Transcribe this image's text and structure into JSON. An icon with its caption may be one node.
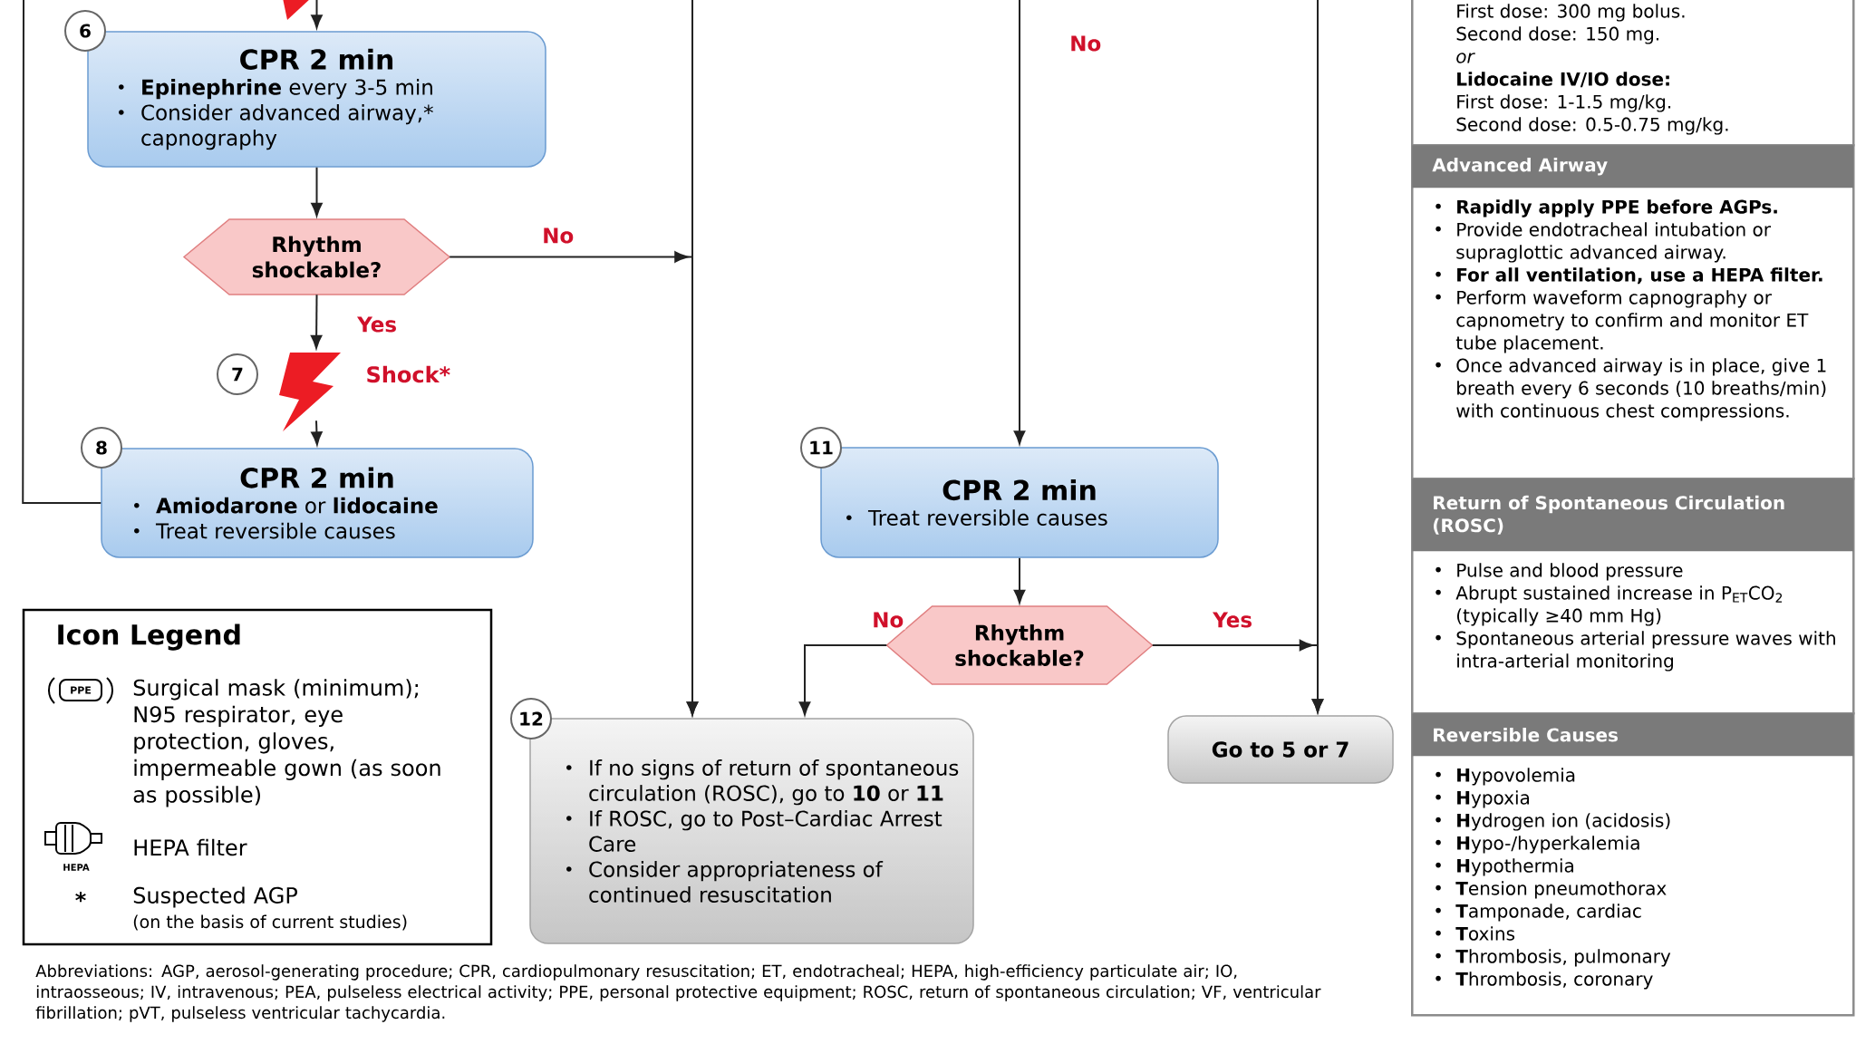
{
  "diagram": {
    "nodes": [
      {
        "text": [],
        "shape": "lightning"
      },
      {
        "text": [
          "6"
        ]
      },
      {
        "text": [
          "CPR 2 min",
          "**Epinephrine** every 3-5 min",
          "Consider advanced airway,* capnography"
        ]
      },
      {
        "text": [
          "Rhythm shockable?"
        ]
      },
      {
        "text": [
          "7"
        ]
      },
      {
        "text": [],
        "shape": "lightning",
        "beside": [
          "Shock*"
        ]
      },
      {
        "text": [
          "8"
        ]
      },
      {
        "text": [
          "CPR 2 min",
          "**Amiodarone** or **lidocaine**",
          "Treat reversible causes"
        ]
      },
      {
        "text": [
          "11"
        ]
      },
      {
        "text": [
          "CPR 2 min",
          "Treat reversible causes"
        ]
      },
      {
        "text": [
          "Rhythm shockable?"
        ]
      },
      {
        "text": [
          "12"
        ]
      },
      {
        "text": [
          "If no signs of return of spontaneous circulation (ROSC), go to **10** or **11**",
          "If ROSC, go to Post–Cardiac Arrest Care",
          "Consider appropriateness of continued resuscitation"
        ]
      },
      {
        "text": [
          "Go to 5 or 7"
        ]
      },
      {
        "text": [
          "First dose: 300 mg bolus.",
          "Second dose: 150 mg.",
          "*or*",
          "**Lidocaine IV/IO dose:**",
          "First dose: 1-1.5 mg/kg.",
          "Second dose: 0.5-0.75 mg/kg."
        ]
      },
      {
        "text": [
          "Advanced Airway",
          "**Rapidly apply PPE before AGPs.**",
          "Provide endotracheal intubation or supraglottic advanced airway.",
          "**For all ventilation, use a HEPA filter.**",
          "Perform waveform capnography or capnometry to confirm and monitor ET tube placement.",
          "Once advanced airway is in place, give 1 breath every 6 seconds (10 breaths/min) with continuous chest compressions."
        ]
      },
      {
        "text": [
          "Return of Spontaneous Circulation (ROSC)",
          "Pulse and blood pressure",
          "Abrupt sustained increase in P$_{ET}$CO$_{2}$ (typically ≥40 mm Hg)",
          "Spontaneous arterial pressure waves with intra-arterial monitoring"
        ]
      },
      {
        "text": [
          "Reversible Causes",
          "**H**ypovolemia",
          "**H**ypoxia",
          "**H**ydrogen ion (acidosis)",
          "**H**ypo-/hyperkalemia",
          "**H**ypothermia",
          "**T**ension pneumothorax",
          "**T**amponade, cardiac",
          "**T**oxins",
          "**T**hrombosis, pulmonary",
          "**T**hrombosis, coronary"
        ]
      }
    ],
    "edges": [
      {
        "from": 0,
        "to": 2,
        "arrow": "to"
      },
      {
        "from": 2,
        "to": 3,
        "arrow": "to"
      },
      {
        "from": 3,
        "to": 5,
        "arrow": "to",
        "label": "Yes"
      },
      {
        "from": 5,
        "to": 7,
        "arrow": "to"
      },
      {
        "from": 7,
        "to": null,
        "arrow": "none"
      },
      {
        "from": 3,
        "to": 12,
        "arrow": "to",
        "label": "No"
      },
      {
        "from": null,
        "to": 12,
        "arrow": "to"
      },
      {
        "from": null,
        "to": 9,
        "arrow": "to",
        "label": "No"
      },
      {
        "from": 9,
        "to": 10,
        "arrow": "to"
      },
      {
        "from": 10,
        "to": 12,
        "arrow": "to",
        "label": "No"
      },
      {
        "from": 10,
        "to": 13,
        "arrow": "to",
        "label": "Yes"
      },
      {
        "from": null,
        "to": 13,
        "arrow": "to"
      }
    ],
    "labels": [
      "Icon Legend",
      "PPE",
      "HEPA",
      "*",
      "(on the basis of current studies)",
      "Abbreviations: AGP, aerosol-generating procedure; CPR, cardiopulmonary resuscitation; ET, endotracheal; HEPA, high-efficiency particulate air; IO, intraosseous; IV, intravenous; PEA, pulseless electrical activity; PPE, personal protective equipment; ROSC, return of spontaneous circulation; VF, ventricular fibrillation; pVT, pulseless ventricular tachycardia."
    ],
    "legend": [
      {
        "text": "Surgical mask (minimum); N95 respirator, eye protection, gloves, impermeable gown (as soon as possible)"
      },
      {
        "text": "HEPA filter"
      },
      {
        "text": "Suspected AGP"
      }
    ]
  }
}
